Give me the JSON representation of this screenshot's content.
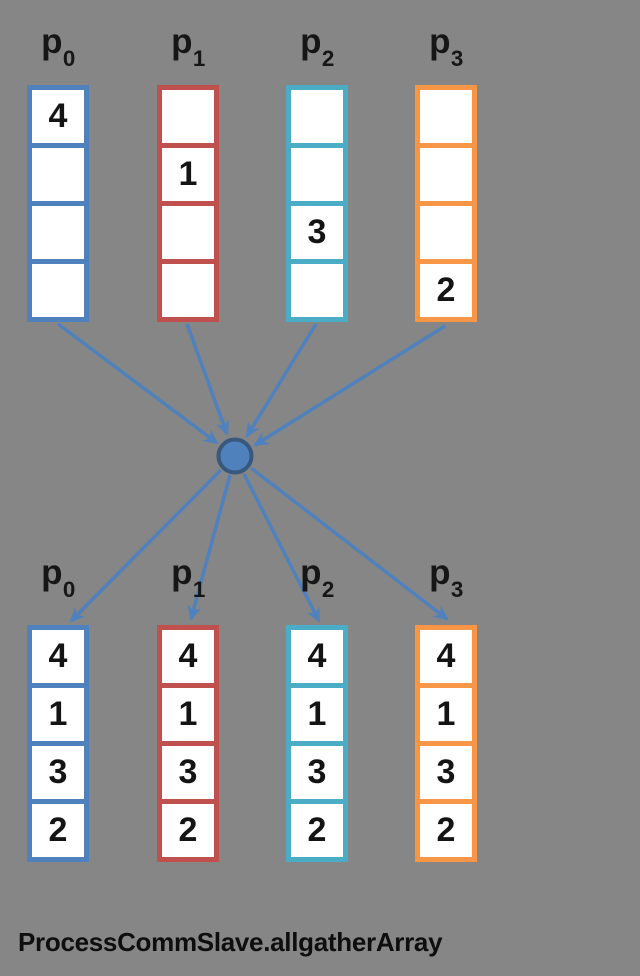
{
  "caption": "ProcessCommSlave.allgatherArray",
  "colors": {
    "background": "#868686",
    "arrow": "#4f81bd",
    "node_fill": "#4f81bd",
    "node_stroke": "#38587c",
    "accent_blue": "#4f81bd",
    "accent_red": "#c0504d",
    "accent_cyan": "#4bacc6",
    "accent_orange": "#f79646"
  },
  "node": {
    "name": "gather-node",
    "shape": "circle"
  },
  "top_row": {
    "columns": [
      {
        "label_base": "p",
        "label_sub": "0",
        "color": "#4f81bd",
        "cells": [
          "4",
          "",
          "",
          ""
        ]
      },
      {
        "label_base": "p",
        "label_sub": "1",
        "color": "#c0504d",
        "cells": [
          "",
          "1",
          "",
          ""
        ]
      },
      {
        "label_base": "p",
        "label_sub": "2",
        "color": "#4bacc6",
        "cells": [
          "",
          "",
          "3",
          ""
        ]
      },
      {
        "label_base": "p",
        "label_sub": "3",
        "color": "#f79646",
        "cells": [
          "",
          "",
          "",
          "2"
        ]
      }
    ]
  },
  "bottom_row": {
    "columns": [
      {
        "label_base": "p",
        "label_sub": "0",
        "color": "#4f81bd",
        "cells": [
          "4",
          "1",
          "3",
          "2"
        ]
      },
      {
        "label_base": "p",
        "label_sub": "1",
        "color": "#c0504d",
        "cells": [
          "4",
          "1",
          "3",
          "2"
        ]
      },
      {
        "label_base": "p",
        "label_sub": "2",
        "color": "#4bacc6",
        "cells": [
          "4",
          "1",
          "3",
          "2"
        ]
      },
      {
        "label_base": "p",
        "label_sub": "3",
        "color": "#f79646",
        "cells": [
          "4",
          "1",
          "3",
          "2"
        ]
      }
    ]
  }
}
